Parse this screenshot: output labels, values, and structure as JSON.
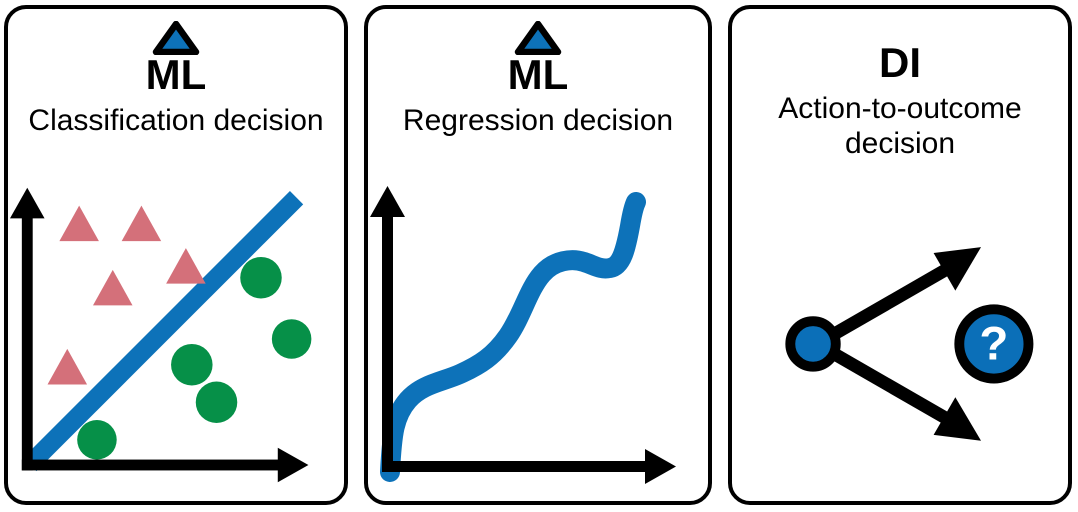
{
  "figure": {
    "panel_count": 3,
    "background": "#ffffff",
    "border_color": "#000000"
  },
  "colors": {
    "blue": "#0D72B9",
    "node_blue": "#0B6FB8",
    "green": "#069048",
    "salmon": "#D4707A",
    "black": "#000000",
    "white": "#ffffff"
  },
  "panels": [
    {
      "id": "classification",
      "icon": "triangle-badge-icon",
      "title": "ML",
      "caption": "Classification decision",
      "figure_type": "scatter-with-decision-boundary"
    },
    {
      "id": "regression",
      "icon": "triangle-badge-icon",
      "title": "ML",
      "caption": "Regression decision",
      "figure_type": "monotonic-curve"
    },
    {
      "id": "decision-intelligence",
      "icon": null,
      "title": "DI",
      "caption": "Action-to-outcome decision",
      "caption_lines": [
        "Action-to-outcome",
        "decision"
      ],
      "figure_type": "action-outcome-branch"
    }
  ],
  "chart_data": [
    {
      "type": "scatter",
      "title": "Classification decision",
      "xlabel": "",
      "ylabel": "",
      "xlim": [
        0,
        100
      ],
      "ylim": [
        0,
        100
      ],
      "grid": false,
      "legend": "none",
      "series": [
        {
          "name": "class-a",
          "marker": "triangle",
          "color": "#D4707A",
          "points": [
            [
              22,
              82
            ],
            [
              47,
              82
            ],
            [
              66,
              66
            ],
            [
              33,
              58
            ],
            [
              18,
              28
            ]
          ]
        },
        {
          "name": "class-b",
          "marker": "circle",
          "color": "#069048",
          "points": [
            [
              78,
              62
            ],
            [
              89,
              44
            ],
            [
              56,
              31
            ],
            [
              66,
              21
            ],
            [
              29,
              7
            ]
          ]
        }
      ],
      "annotations": [
        {
          "name": "decision-boundary",
          "type": "line",
          "color": "#0D72B9",
          "from": [
            2,
            2
          ],
          "to": [
            94,
            97
          ],
          "width": 9
        }
      ]
    },
    {
      "type": "line",
      "title": "Regression decision",
      "xlabel": "",
      "ylabel": "",
      "xlim": [
        0,
        100
      ],
      "ylim": [
        0,
        100
      ],
      "grid": false,
      "legend": "none",
      "series": [
        {
          "name": "regression-curve",
          "color": "#0D72B9",
          "width": 11,
          "x": [
            1,
            3,
            8,
            16,
            26,
            36,
            44,
            50,
            56,
            62,
            70,
            78,
            86,
            92,
            96
          ],
          "y": [
            1,
            14,
            28,
            38,
            42,
            47,
            56,
            68,
            78,
            84,
            86,
            85,
            88,
            95,
            99
          ]
        }
      ]
    },
    {
      "type": "diagram",
      "title": "Action-to-outcome decision",
      "nodes": [
        {
          "name": "action-node",
          "shape": "circle",
          "fill": "#0B6FB8",
          "stroke": "#000000",
          "label": "",
          "x": 16,
          "y": 50
        },
        {
          "name": "unknown-outcome-node",
          "shape": "circle",
          "fill": "#0B6FB8",
          "stroke": "#000000",
          "label": "?",
          "label_color": "#ffffff",
          "x": 79,
          "y": 50
        }
      ],
      "edges": [
        {
          "name": "outcome-arrow-up",
          "from": [
            16,
            50
          ],
          "to": [
            72,
            86
          ],
          "arrow": true,
          "color": "#000000"
        },
        {
          "name": "outcome-arrow-down",
          "from": [
            16,
            50
          ],
          "to": [
            72,
            14
          ],
          "arrow": true,
          "color": "#000000"
        }
      ]
    }
  ]
}
